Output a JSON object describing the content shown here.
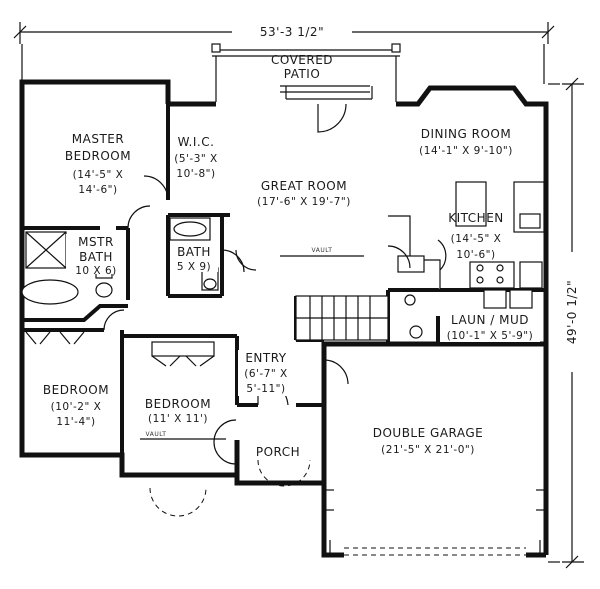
{
  "plan": {
    "overall_width": "53'-3 1/2\"",
    "overall_depth": "49'-0 1/2\"",
    "ceiling_note": "VAULT",
    "rooms": {
      "covered_patio": {
        "name_line1": "COVERED",
        "name_line2": "PATIO"
      },
      "master_bedroom": {
        "name_line1": "MASTER",
        "name_line2": "BEDROOM",
        "dims_line1": "(14'-5\" X",
        "dims_line2": "14'-6\")"
      },
      "wic": {
        "name": "W.I.C.",
        "dims_line1": "(5'-3\" X",
        "dims_line2": "10'-8\")"
      },
      "great_room": {
        "name": "GREAT ROOM",
        "dims": "(17'-6\" X 19'-7\")"
      },
      "dining_room": {
        "name": "DINING ROOM",
        "dims": "(14'-1\" X 9'-10\")"
      },
      "kitchen": {
        "name": "KITCHEN",
        "dims_line1": "(14'-5\" X",
        "dims_line2": "10'-6\")"
      },
      "mstr_bath": {
        "name_line1": "MSTR",
        "name_line2": "BATH",
        "dims": "10 X 6)"
      },
      "bath": {
        "name": "BATH",
        "dims": "5 X 9)"
      },
      "laun_mud": {
        "name": "LAUN / MUD",
        "dims": "(10'-1\" X 5'-9\")"
      },
      "entry": {
        "name": "ENTRY",
        "dims_line1": "(6'-7\" X",
        "dims_line2": "5'-11\")"
      },
      "bedroom_1": {
        "name": "BEDROOM",
        "dims_line1": "(10'-2\" X",
        "dims_line2": "11'-4\")"
      },
      "bedroom_2": {
        "name": "BEDROOM",
        "dims": "(11' X 11')"
      },
      "porch": {
        "name": "PORCH"
      },
      "double_garage": {
        "name": "DOUBLE GARAGE",
        "dims": "(21'-5\" X 21'-0\")"
      }
    }
  }
}
